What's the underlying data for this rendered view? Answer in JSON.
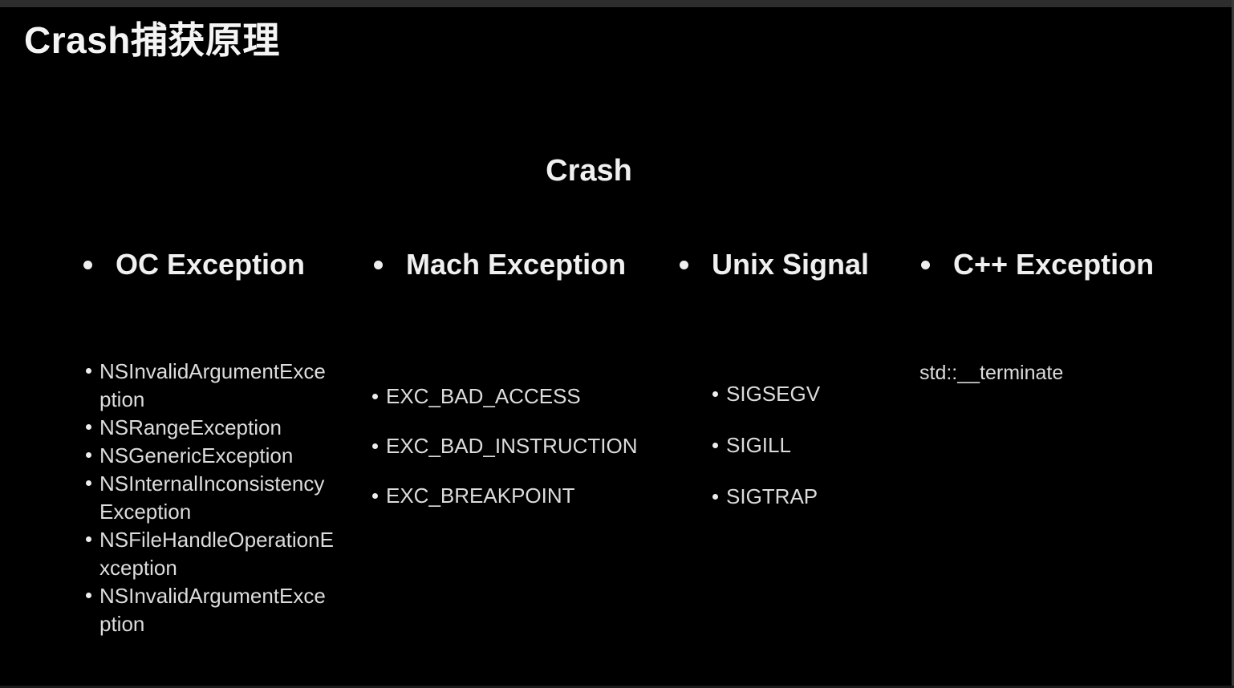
{
  "window": {
    "top_bar_color": "#2d2d2d",
    "right_edge_color": "#3a3a3a"
  },
  "slide": {
    "background_color": "#000000",
    "text_color": "#dcdcdc",
    "title": "Crash捕获原理",
    "diagram_heading": "Crash",
    "columns": [
      {
        "header": "OC Exception",
        "items": [
          "NSInvalidArgumentException",
          "NSRangeException",
          "NSGenericException",
          "NSInternalInconsistencyException",
          "NSFileHandleOperationException",
          "NSInvalidArgumentException"
        ]
      },
      {
        "header": "Mach Exception",
        "items": [
          "EXC_BAD_ACCESS",
          "EXC_BAD_INSTRUCTION",
          "EXC_BREAKPOINT"
        ]
      },
      {
        "header": "Unix Signal",
        "items": [
          "SIGSEGV",
          "SIGILL",
          "SIGTRAP"
        ]
      },
      {
        "header": "C++ Exception",
        "items": [
          "std::__terminate"
        ]
      }
    ]
  }
}
